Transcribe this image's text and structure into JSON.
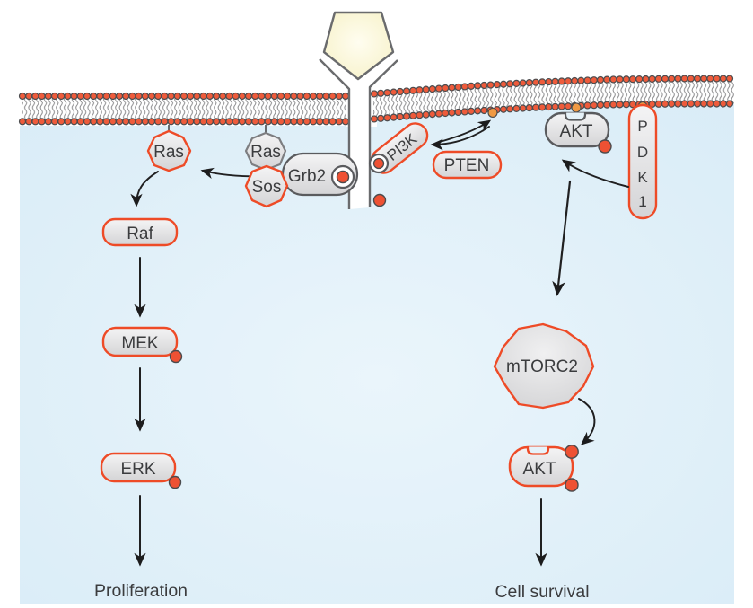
{
  "colors": {
    "cytoplasm_blue": "#ddeef8",
    "accent_red": "#ee4b27",
    "lipid_head_orange": "#ee5b3b",
    "phospho_dot_orange": "#ee5133",
    "pip_head_light_orange": "#f09a44",
    "shape_border_gray": "#5a5b5e",
    "ligand_yellow": "#f8f5cf",
    "text_dark": "#3b3c3e"
  },
  "nodes": {
    "ras_free": {
      "label": "Ras"
    },
    "ras_complex": {
      "label": "Ras"
    },
    "sos": {
      "label": "Sos"
    },
    "grb2": {
      "label": "Grb2"
    },
    "pi3k": {
      "label": "PI3K"
    },
    "pten": {
      "label": "PTEN"
    },
    "akt_membrane": {
      "label": "AKT"
    },
    "pdk1": {
      "letters": [
        "P",
        "D",
        "K",
        "1"
      ]
    },
    "raf": {
      "label": "Raf"
    },
    "mek": {
      "label": "MEK"
    },
    "erk": {
      "label": "ERK"
    },
    "mtorc2": {
      "label": "mTORC2"
    },
    "akt_cytosol": {
      "label": "AKT"
    }
  },
  "outcomes": {
    "proliferation": "Proliferation",
    "cell_survival": "Cell survival"
  }
}
